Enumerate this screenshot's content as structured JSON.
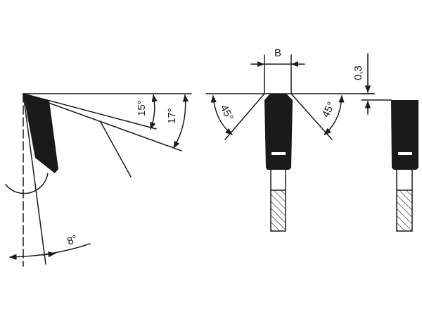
{
  "labels": {
    "clearance_angle": "8°",
    "hook_angle_inner": "15°",
    "hook_angle_outer": "17°",
    "bevel_left": "45°",
    "bevel_right": "45°",
    "kerf_width": "B",
    "height_offset": "0,3"
  },
  "colors": {
    "ink": "#1a1a1a",
    "background": "#ffffff",
    "marker": "#ffffff"
  }
}
